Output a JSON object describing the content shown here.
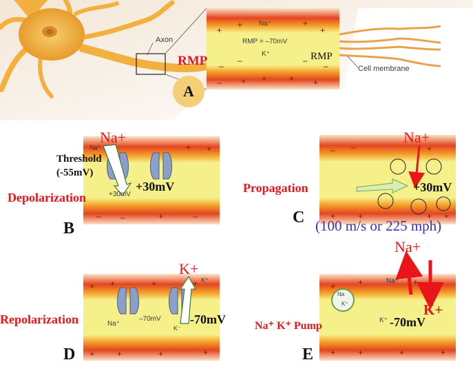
{
  "panel_a": {
    "letter": "A",
    "axon_label": "Axon",
    "rmp_label_red": "RMP",
    "membrane": {
      "na": "Na⁺",
      "rmp_value": "RMP = –70mV",
      "k": "K⁺",
      "rmp_label": "RMP"
    },
    "cell_membrane_label": "Cell membrane"
  },
  "panel_b": {
    "letter": "B",
    "na_label": "Na+",
    "na_small": "Na⁺",
    "threshold_line1": "Threshold",
    "threshold_line2": "(-55mV)",
    "voltage": "+30mV",
    "voltage_small": "+30mV",
    "process": "Depolarization"
  },
  "panel_c": {
    "letter": "C",
    "na_label": "Na+",
    "voltage": "+30mV",
    "process": "Propagation",
    "speed_note": "(100 m/s or 225 mph)"
  },
  "panel_d": {
    "letter": "D",
    "k_label": "K+",
    "k_small_top": "K⁺",
    "na_small": "Na⁺",
    "voltage_small": "–70mV",
    "voltage": "-70mV",
    "k_small_bottom": "K⁻",
    "process": "Repolarization"
  },
  "panel_e": {
    "letter": "E",
    "na_label": "Na+",
    "k_label": "K+",
    "na_small": "Na⁺",
    "pump_na": "Na",
    "pump_k": "K⁺",
    "k_small": "K⁺",
    "voltage": "-70mV",
    "process": "Na⁺ K⁺ Pump"
  },
  "colors": {
    "accent_red": "#e8151b",
    "speed_blue": "#3b2fb5",
    "membrane_yellow": "#f6f08a",
    "membrane_orange": "#f4a32b",
    "membrane_red": "#e4451f",
    "neuron": "#f2b13e",
    "background_tan": "#ecdcc7"
  }
}
